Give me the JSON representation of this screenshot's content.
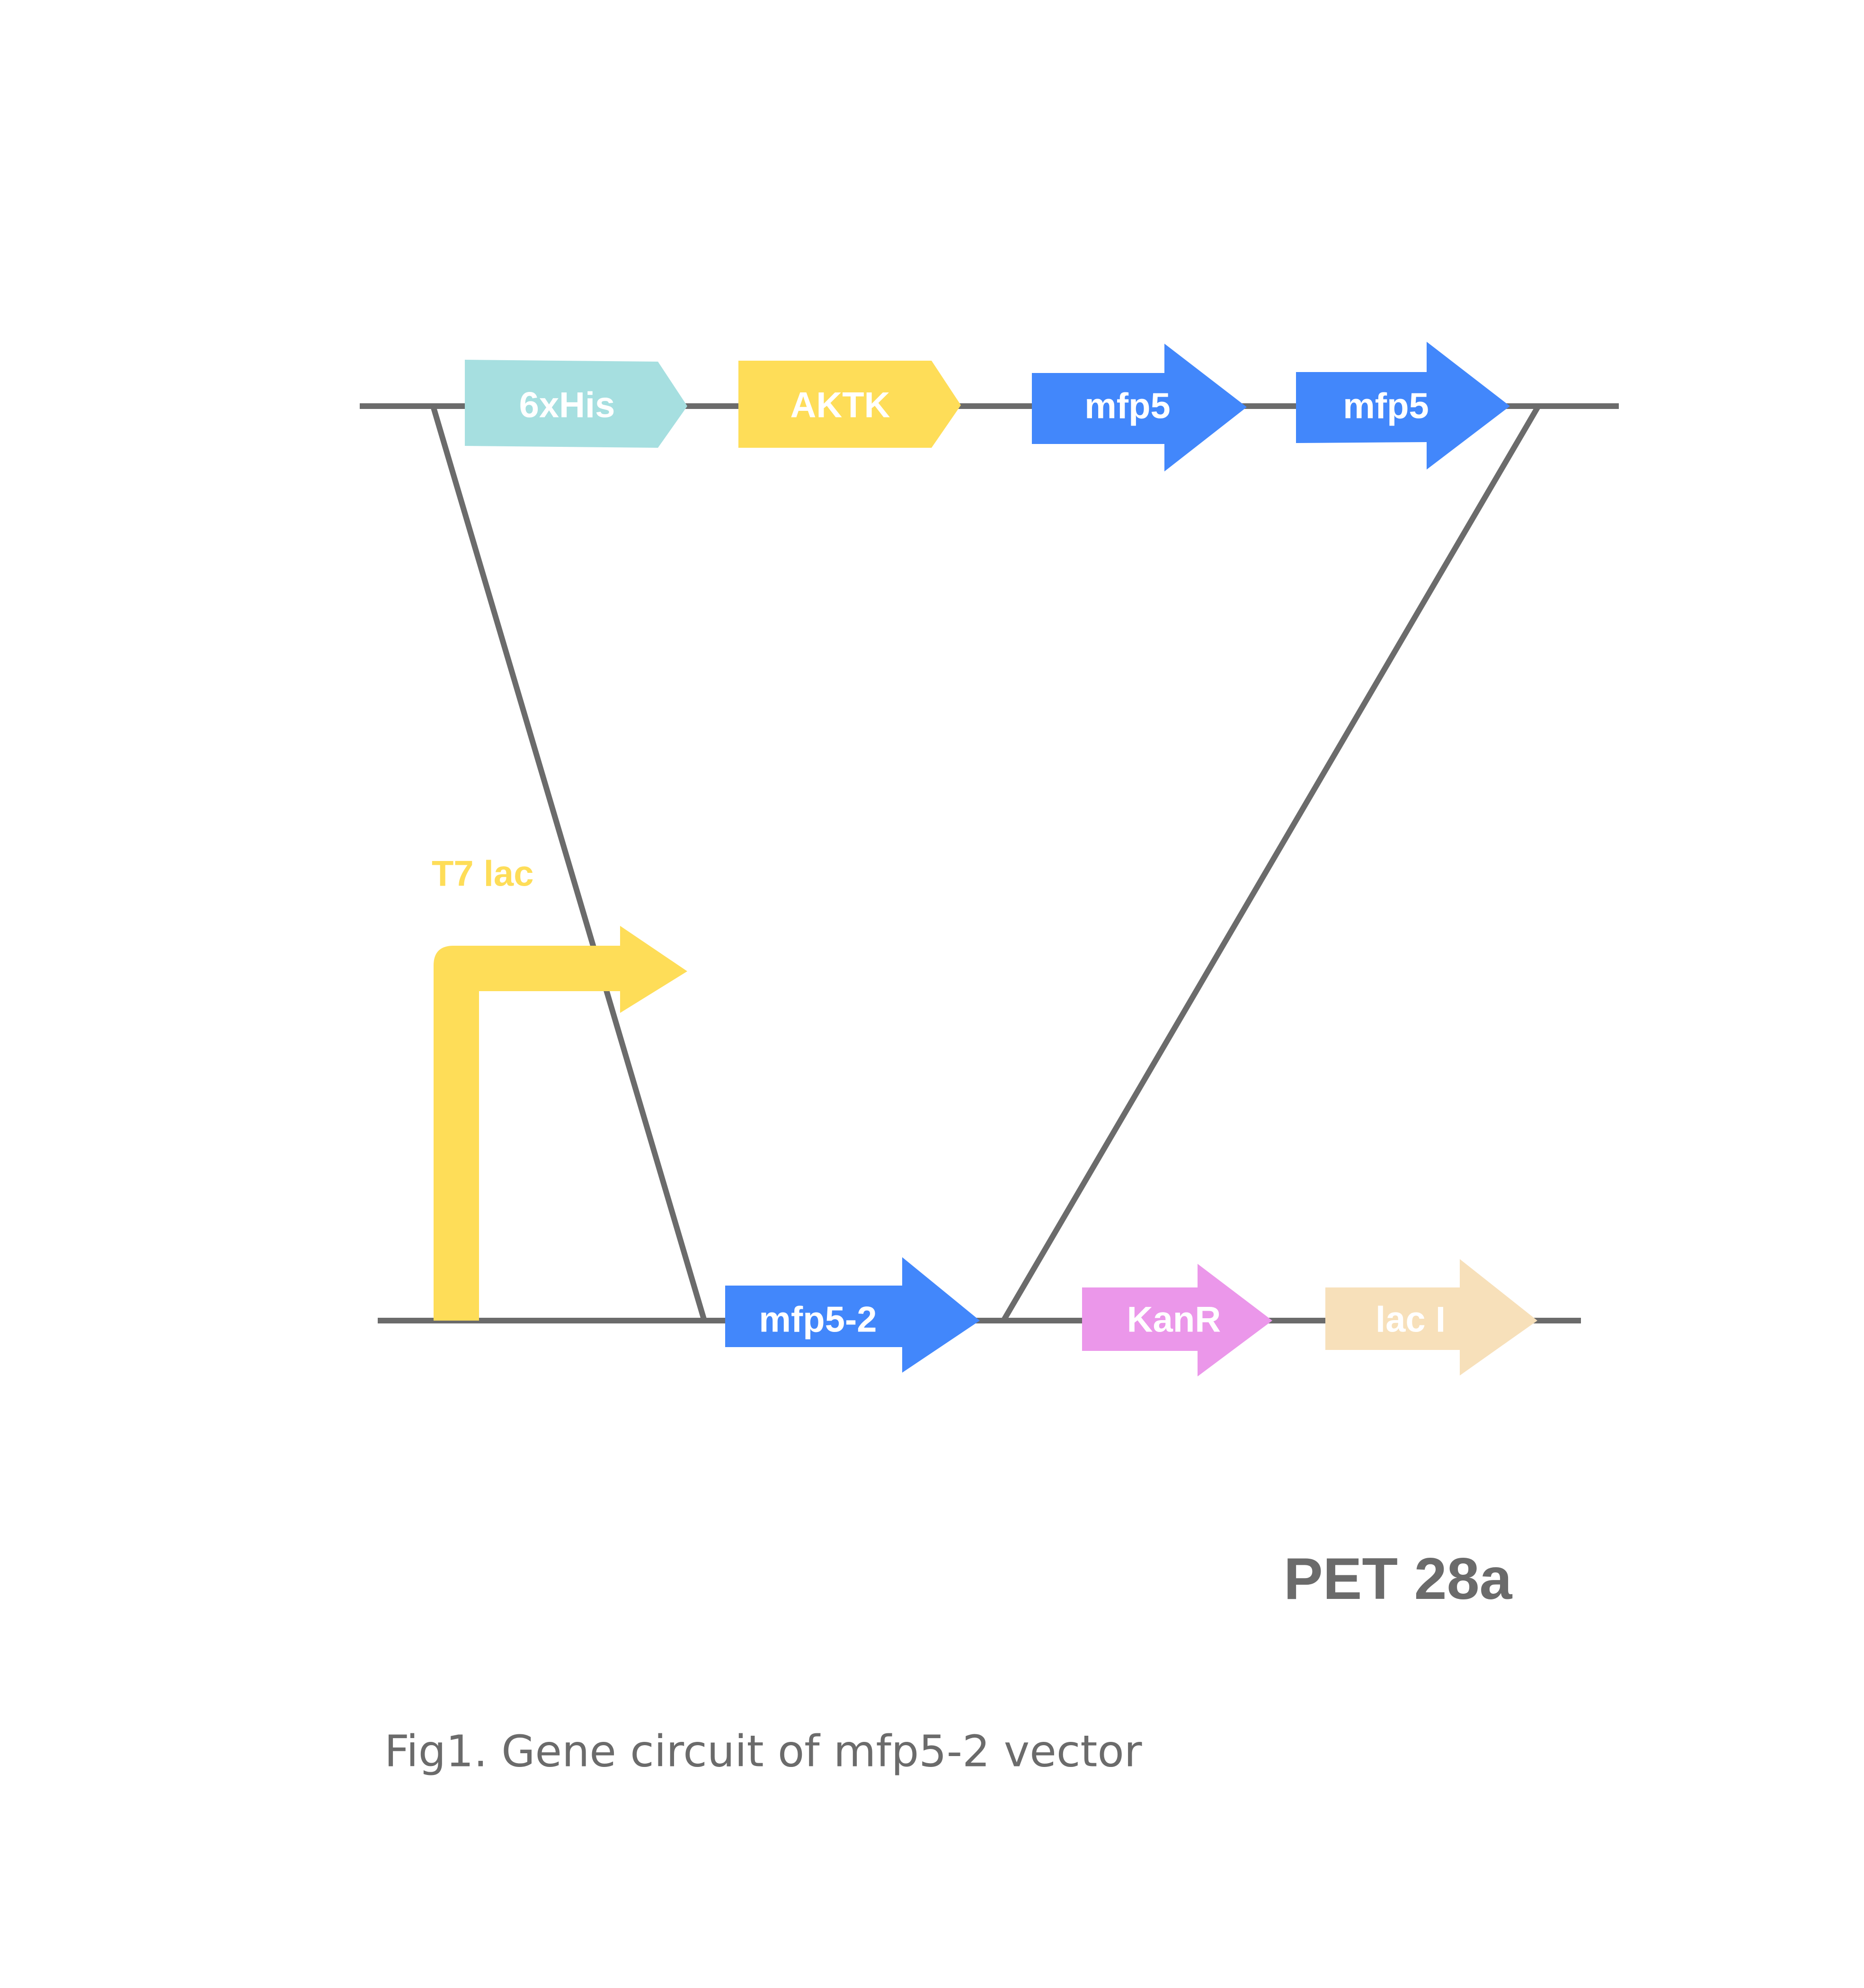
{
  "colors": {
    "line": "#6b6b6b",
    "his_tag": "#a6dfe0",
    "aktk": "#fedd58",
    "mfp5": "#4287fb",
    "kanr": "#eb97ea",
    "lac_i": "#f7e0ba",
    "promoter": "#fedd58",
    "vector_text": "#6b6b6b",
    "caption_text": "#6b6b6b",
    "part_text": "#ffffff"
  },
  "insert_parts": [
    {
      "id": "6xhis",
      "label": "6xHis",
      "shape": "tag",
      "color_key": "his_tag"
    },
    {
      "id": "aktk",
      "label": "AKTK",
      "shape": "tag",
      "color_key": "aktk"
    },
    {
      "id": "mfp5-a",
      "label": "mfp5",
      "shape": "arrow",
      "color_key": "mfp5"
    },
    {
      "id": "mfp5-b",
      "label": "mfp5",
      "shape": "arrow",
      "color_key": "mfp5"
    }
  ],
  "vector_parts": [
    {
      "id": "mfp5-2",
      "label": "mfp5-2",
      "shape": "arrow",
      "color_key": "mfp5"
    },
    {
      "id": "kanr",
      "label": "KanR",
      "shape": "arrow",
      "color_key": "kanr"
    },
    {
      "id": "laci",
      "label": "lac I",
      "shape": "arrow",
      "color_key": "lac_i"
    }
  ],
  "promoter": {
    "label": "T7 lac",
    "icon": "promoter-arrow-icon"
  },
  "vector_name": "PET 28a",
  "caption": "Fig1. Gene circuit of mfp5-2 vector"
}
